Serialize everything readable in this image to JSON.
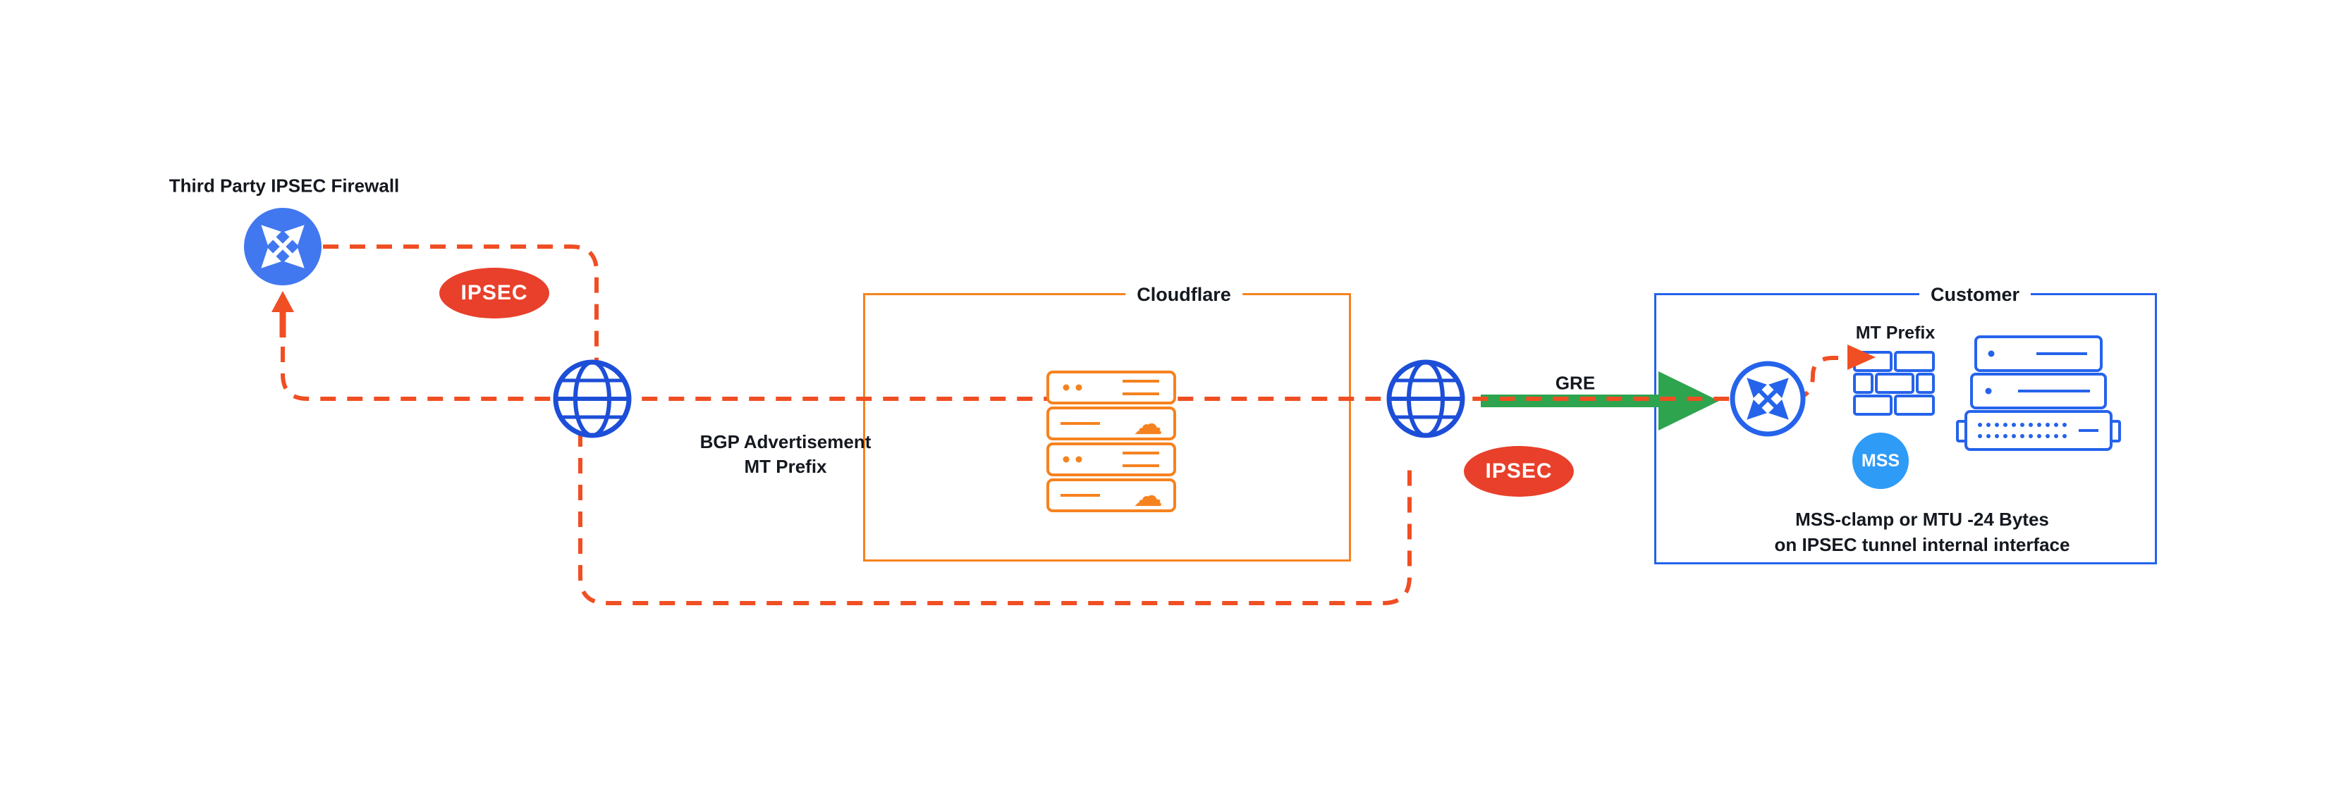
{
  "colors": {
    "cloudflare_orange": "#F6821F",
    "tunnel_red": "#F04E23",
    "badge_red": "#E8402B",
    "globe_blue": "#1D4ED8",
    "customer_blue": "#2563EB",
    "mss_blue": "#2E9BF7",
    "gre_green": "#2EA44F"
  },
  "icons": {
    "cloud_glyph": "☁"
  },
  "nodes": {
    "third_party_firewall": {
      "label": "Third Party IPSEC Firewall"
    },
    "cloudflare": {
      "label": "Cloudflare"
    },
    "customer": {
      "label": "Customer"
    }
  },
  "edges": {
    "ipsec_left": "IPSEC",
    "ipsec_right": "IPSEC",
    "bgp_line1": "BGP Advertisement",
    "bgp_line2": "MT Prefix",
    "gre": "GRE"
  },
  "customer_details": {
    "mt_prefix": "MT Prefix",
    "mss": "MSS",
    "note_line1": "MSS-clamp or MTU -24 Bytes",
    "note_line2": "on IPSEC tunnel internal interface"
  }
}
